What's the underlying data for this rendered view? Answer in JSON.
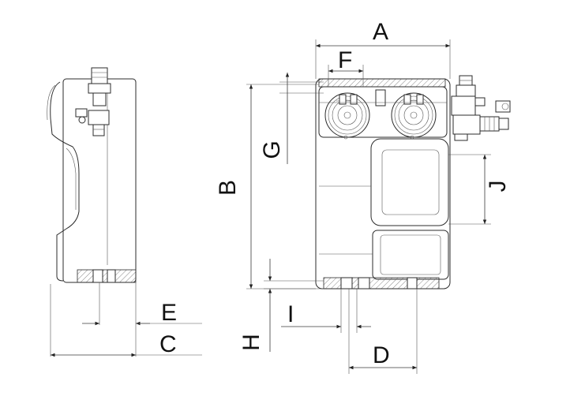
{
  "dimension_labels": {
    "A": "A",
    "B": "B",
    "C": "C",
    "D": "D",
    "E": "E",
    "F": "F",
    "G": "G",
    "H": "H",
    "I": "I",
    "J": "J"
  }
}
